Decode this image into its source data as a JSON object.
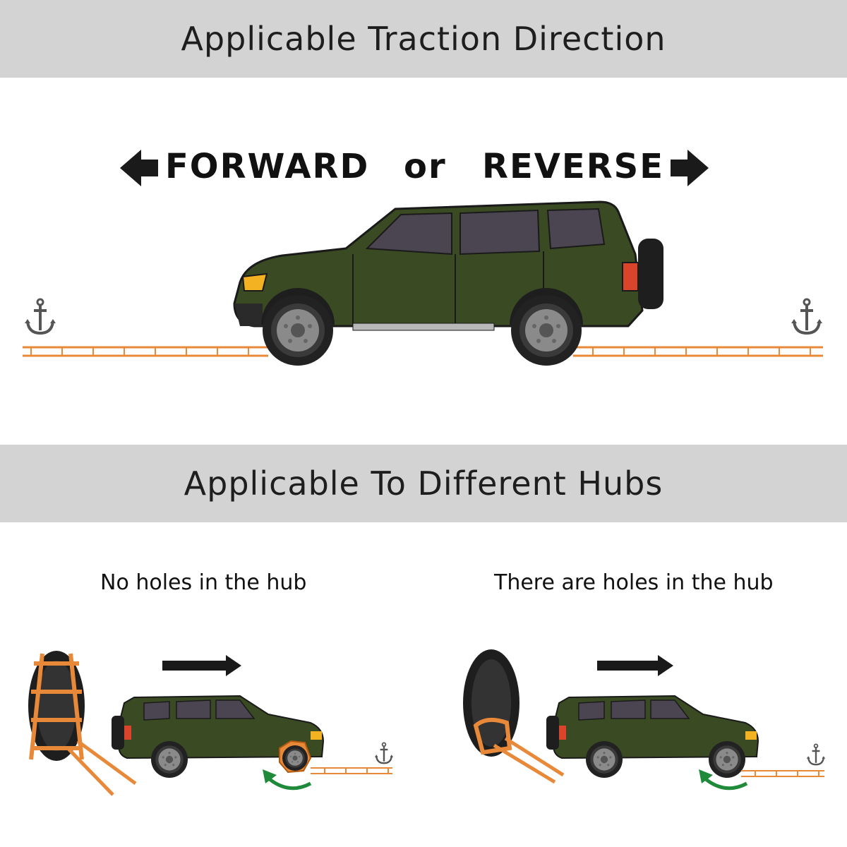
{
  "sections": {
    "traction": {
      "title": "Applicable Traction Direction",
      "forward_label": "FORWARD",
      "or_label": "or",
      "reverse_label": "REVERSE"
    },
    "hubs": {
      "title": "Applicable To Different Hubs",
      "left_caption": "No holes in the hub",
      "right_caption": "There are holes in the hub"
    }
  },
  "colors": {
    "band": "#d3d3d3",
    "vehicle_body": "#3a4a22",
    "track": "#e8893a",
    "curve_arrow": "#1f8a3a",
    "arrow": "#1a1a1a"
  }
}
